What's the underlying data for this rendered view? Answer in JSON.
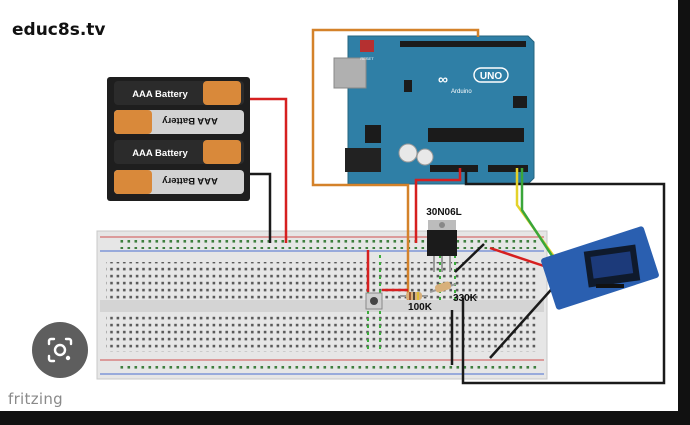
{
  "brand": "educ8s.tv",
  "watermark": "fritzing",
  "battery": {
    "cells": [
      "AAA Battery",
      "AAA Battery",
      "AAA Battery",
      "AAA Battery"
    ]
  },
  "arduino": {
    "logo": "UNO",
    "brand": "Arduino",
    "reset_label": "RESET"
  },
  "components": {
    "mosfet_label": "30N06L",
    "resistor1_label": "100K",
    "resistor2_label": "330K"
  },
  "colors": {
    "board_blue": "#2f7fa6",
    "wire_red": "#d62020",
    "wire_orange": "#d4822a",
    "wire_black": "#1a1a1a",
    "wire_yellow": "#e4d22a",
    "wire_green": "#3aa63a"
  },
  "icons": [
    "google-lens-icon"
  ]
}
